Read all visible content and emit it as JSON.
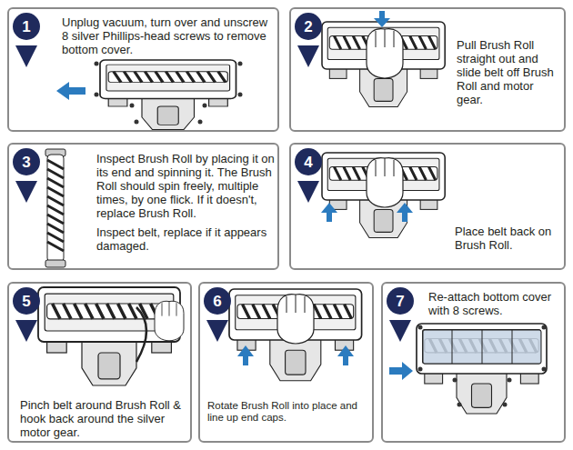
{
  "diagram": {
    "nodes": [
      {
        "text": [
          "Unplug vacuum, turn over and unscrew 8 silver Phillips-head screws to remove bottom cover."
        ]
      },
      {
        "text": [
          "1"
        ],
        "in": 0
      },
      {
        "text": [
          "Pull Brush Roll straight out and slide belt off Brush Roll and motor gear."
        ]
      },
      {
        "text": [
          "2"
        ],
        "in": 2
      },
      {
        "text": [
          "Inspect Brush Roll by placing it on its end and spinning it. The Brush Roll should spin freely, multiple times, by one flick. If it doesn't, replace Brush Roll.",
          "Inspect belt, replace if it appears damaged."
        ]
      },
      {
        "text": [
          "3"
        ],
        "in": 4
      },
      {
        "text": [
          "Place belt back on Brush Roll."
        ]
      },
      {
        "text": [
          "4"
        ],
        "in": 6
      },
      {
        "text": [
          "Pinch belt around Brush Roll & hook back around the silver motor gear."
        ]
      },
      {
        "text": [
          "5"
        ],
        "in": 8
      },
      {
        "text": [
          "Rotate Brush Roll into place and line up end caps."
        ]
      },
      {
        "text": [
          "6"
        ],
        "in": 10
      },
      {
        "text": [
          "Re-attach bottom cover with 8 screws."
        ]
      },
      {
        "text": [
          "7"
        ],
        "in": 12
      }
    ]
  }
}
